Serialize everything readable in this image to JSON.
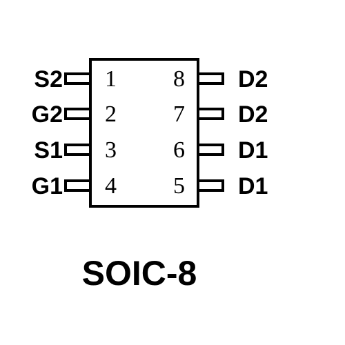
{
  "package": {
    "label": "SOIC-8"
  },
  "pins": [
    {
      "number": "1",
      "name": "S2",
      "side": "left"
    },
    {
      "number": "2",
      "name": "G2",
      "side": "left"
    },
    {
      "number": "3",
      "name": "S1",
      "side": "left"
    },
    {
      "number": "4",
      "name": "G1",
      "side": "left"
    },
    {
      "number": "5",
      "name": "D1",
      "side": "right"
    },
    {
      "number": "6",
      "name": "D1",
      "side": "right"
    },
    {
      "number": "7",
      "name": "D2",
      "side": "right"
    },
    {
      "number": "8",
      "name": "D2",
      "side": "right"
    }
  ]
}
